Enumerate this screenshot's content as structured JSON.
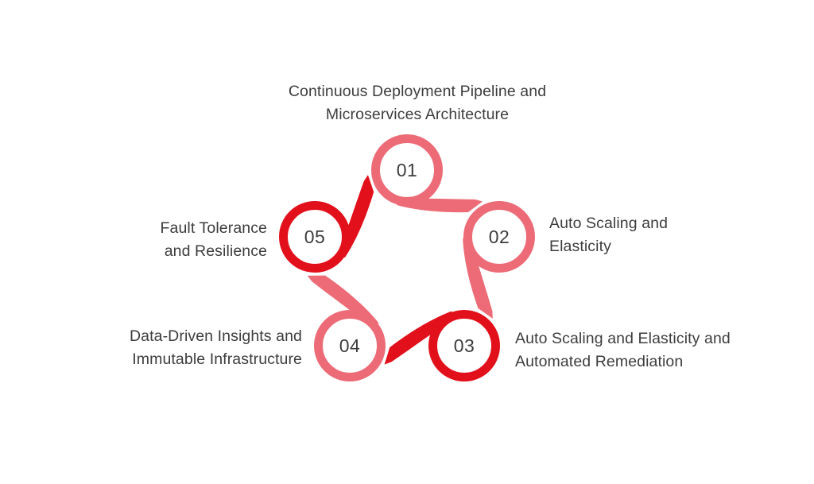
{
  "diagram": {
    "background_color": "#ffffff",
    "text_color": "#3d3d3d",
    "accent_colors": {
      "salmon": "#ec6b77",
      "red": "#e2101b"
    },
    "steps": [
      {
        "number": "01",
        "color": "#ec6b77",
        "label_lines": [
          "Continuous Deployment Pipeline and",
          "Microservices Architecture"
        ]
      },
      {
        "number": "02",
        "color": "#ec6b77",
        "label_lines": [
          "Auto Scaling and",
          "Elasticity"
        ]
      },
      {
        "number": "03",
        "color": "#e2101b",
        "label_lines": [
          "Auto Scaling and Elasticity and",
          "Automated Remediation"
        ]
      },
      {
        "number": "04",
        "color": "#ec6b77",
        "label_lines": [
          "Data-Driven Insights and",
          "Immutable Infrastructure"
        ]
      },
      {
        "number": "05",
        "color": "#e2101b",
        "label_lines": [
          "Fault Tolerance",
          "and Resilience"
        ]
      }
    ]
  }
}
